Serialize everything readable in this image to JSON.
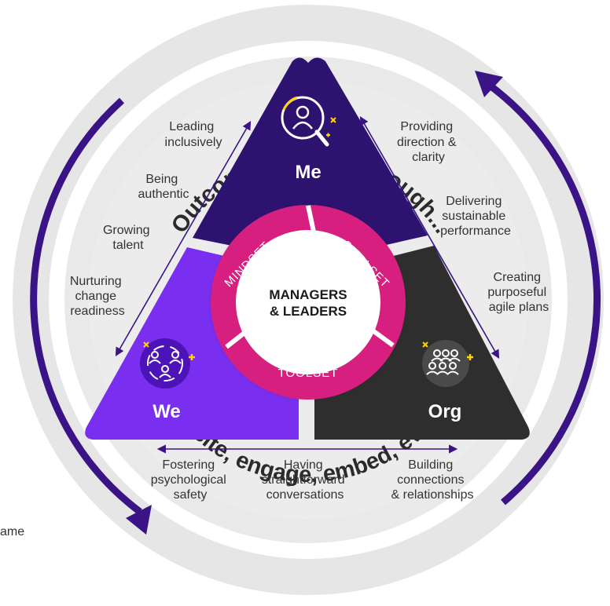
{
  "outer": {
    "top_text": "Outcome-focused through...",
    "bottom_text": "...excite, engage, embed, evolve"
  },
  "center": {
    "line1": "MANAGERS",
    "line2": "& LEADERS",
    "segments": {
      "mindset": "MINDSET",
      "skillset": "SKILLSET",
      "toolset": "TOOLSET"
    }
  },
  "sections": {
    "me": "Me",
    "we": "We",
    "org": "Org"
  },
  "left_edge": {
    "labels": [
      [
        "Leading",
        "inclusively"
      ],
      [
        "Being",
        "authentic"
      ],
      [
        "Growing",
        "talent"
      ],
      [
        "Nurturing",
        "change",
        "readiness"
      ]
    ]
  },
  "right_edge": {
    "labels": [
      [
        "Providing",
        "direction &",
        "clarity"
      ],
      [
        "Delivering",
        "sustainable",
        "performance"
      ],
      [
        "Creating",
        "purposeful",
        "agile plans"
      ]
    ]
  },
  "bottom_edge": {
    "labels": [
      [
        "Fostering",
        "psychological",
        "safety"
      ],
      [
        "Having",
        "straightforward",
        "conversations"
      ],
      [
        "Building",
        "connections",
        "& relationships"
      ]
    ]
  },
  "edge_text": "ame",
  "colors": {
    "me": "#2d1270",
    "we": "#7a2ef0",
    "org": "#2e2e2e",
    "magenta": "#d61f7e",
    "ring_outer": "#e4e4e4",
    "ring_inner": "#d8d8d8",
    "arrow": "#3a1487",
    "accent_yellow": "#ffd400"
  },
  "icons": {
    "me": "person-magnifier-icon",
    "we": "team-circle-icon",
    "org": "group-icon"
  }
}
